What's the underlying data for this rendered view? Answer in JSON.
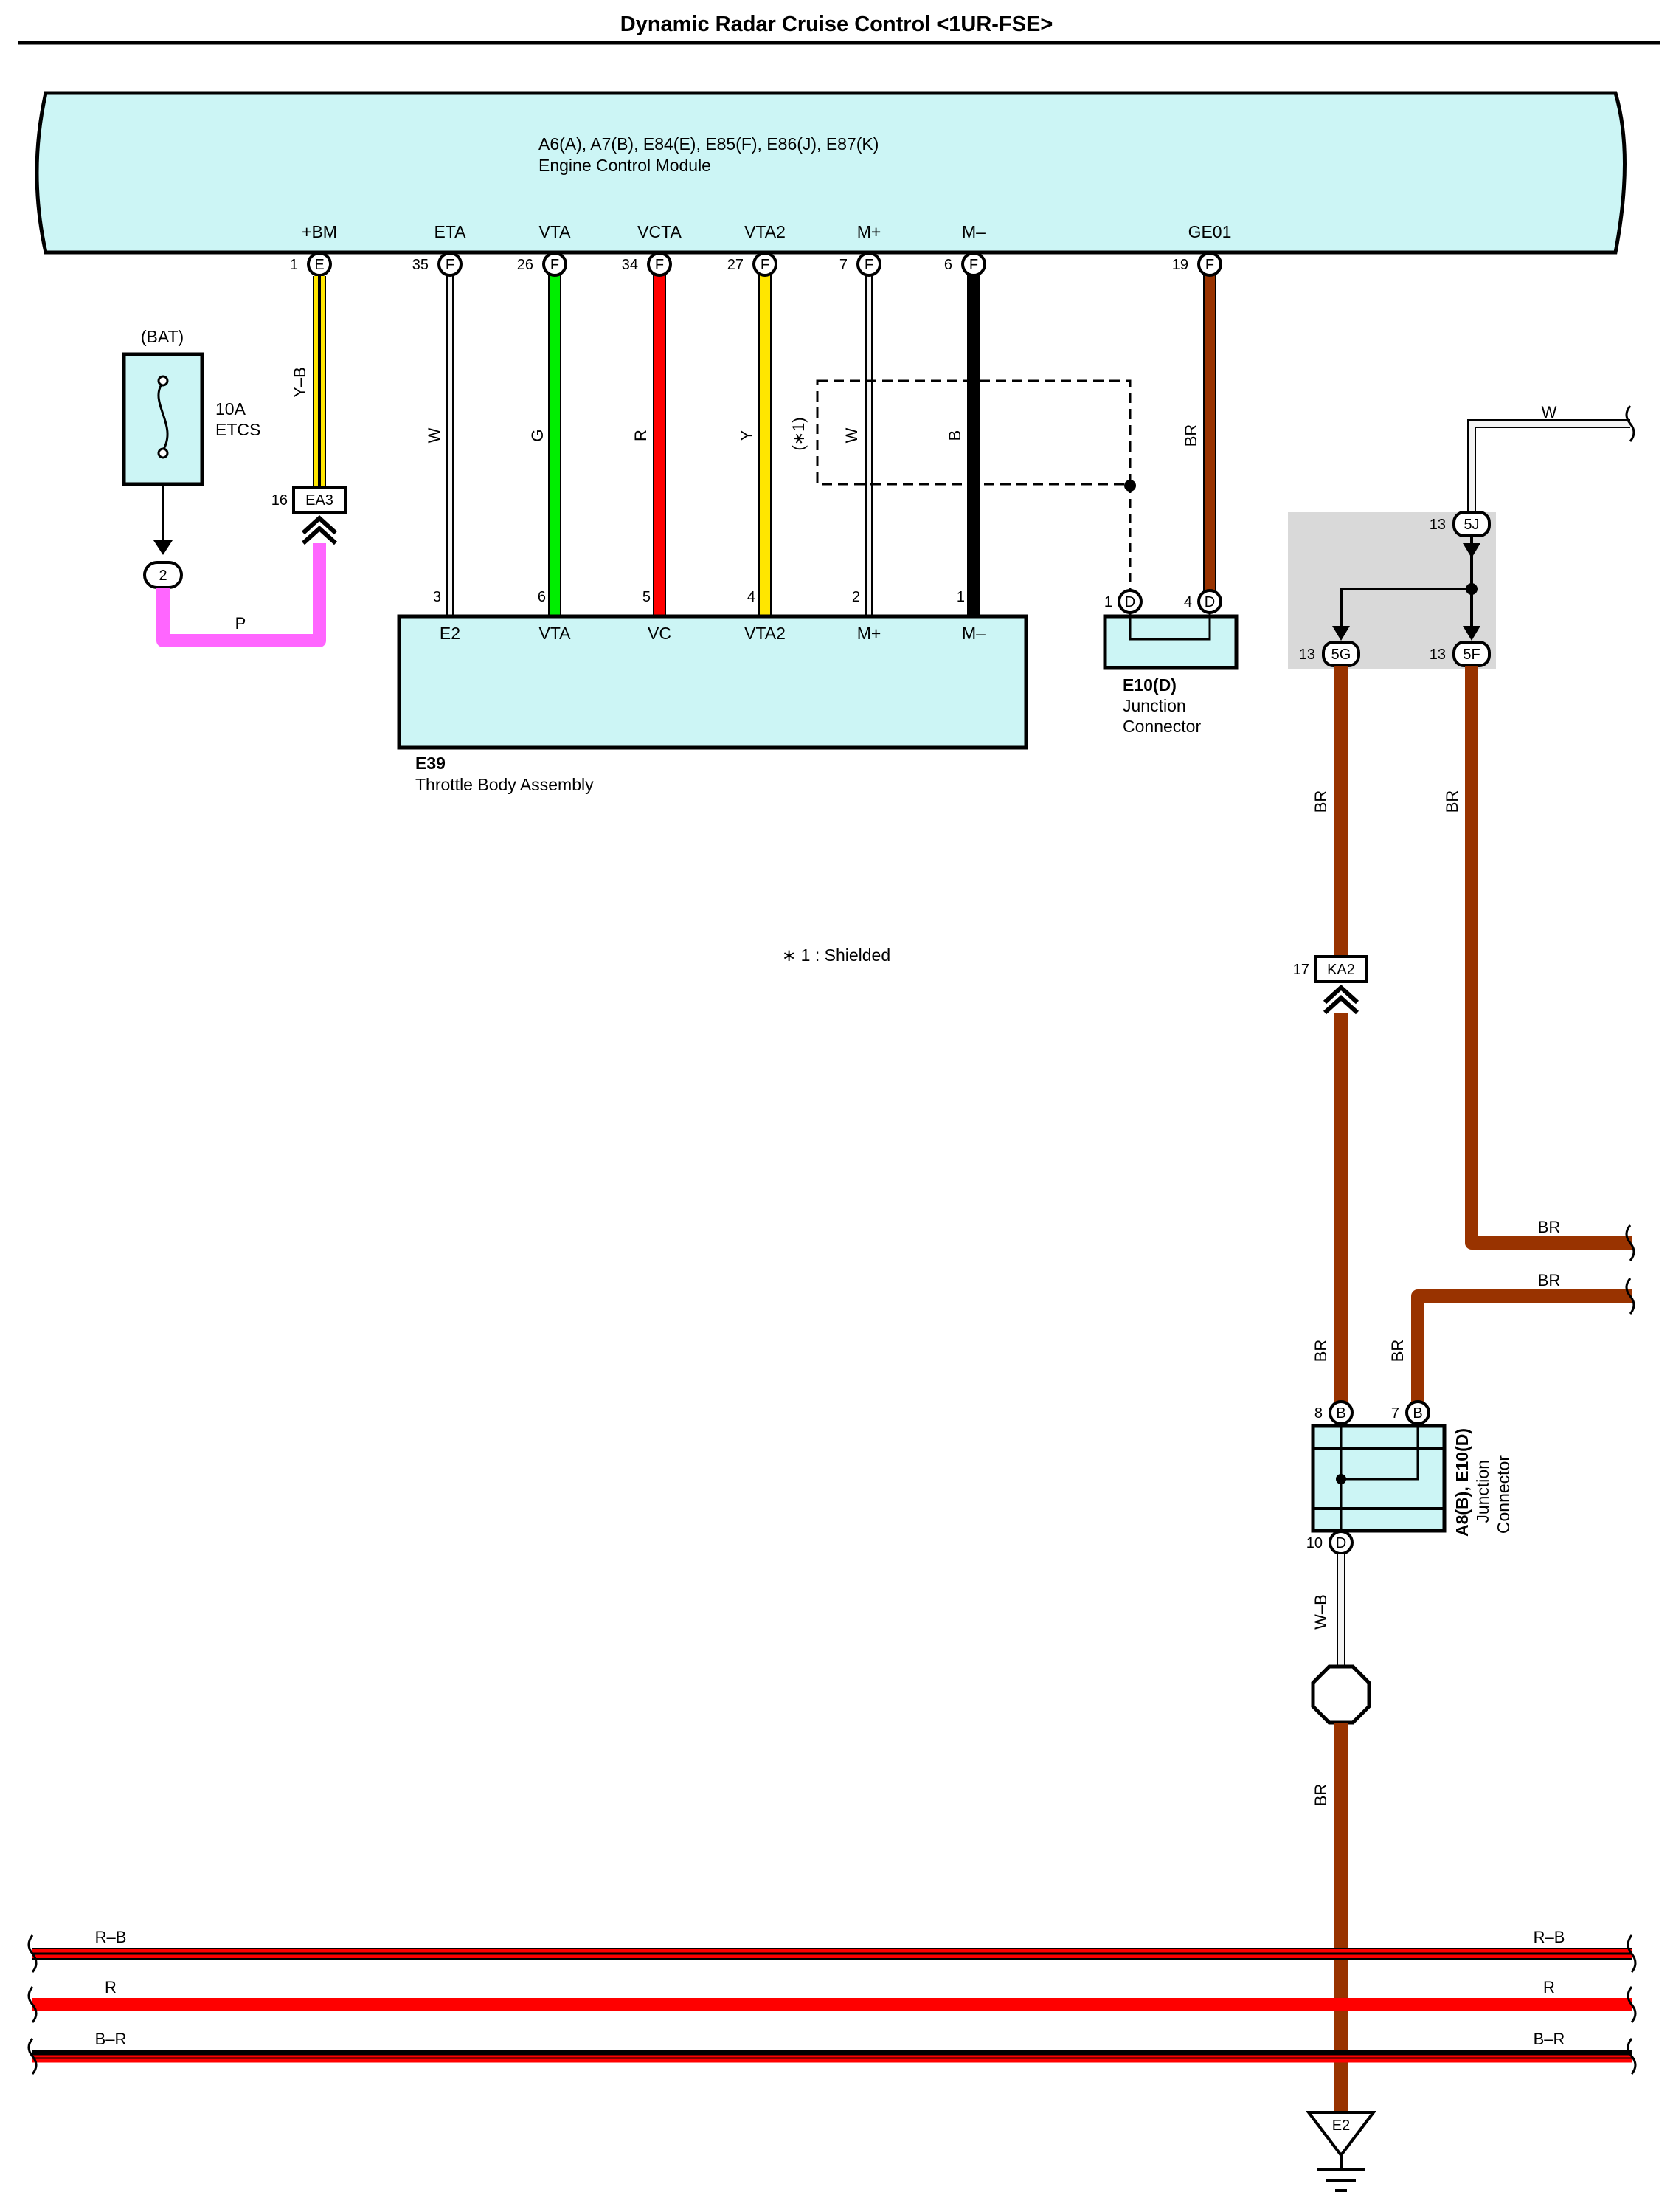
{
  "title": "Dynamic Radar Cruise Control <1UR-FSE>",
  "ecm": {
    "codes": "A6(A), A7(B), E84(E), E85(F), E86(J), E87(K)",
    "name": "Engine Control Module",
    "terminals": [
      {
        "name": "+BM",
        "pin": "1",
        "conn": "E"
      },
      {
        "name": "ETA",
        "pin": "35",
        "conn": "F"
      },
      {
        "name": "VTA",
        "pin": "26",
        "conn": "F"
      },
      {
        "name": "VCTA",
        "pin": "34",
        "conn": "F"
      },
      {
        "name": "VTA2",
        "pin": "27",
        "conn": "F"
      },
      {
        "name": "M+",
        "pin": "7",
        "conn": "F"
      },
      {
        "name": "M–",
        "pin": "6",
        "conn": "F"
      },
      {
        "name": "GE01",
        "pin": "19",
        "conn": "F"
      }
    ]
  },
  "fuse": {
    "source": "(BAT)",
    "rating": "10A",
    "name": "ETCS",
    "pin": "2"
  },
  "ea3": {
    "pin": "16",
    "label": "EA3"
  },
  "wires": {
    "ym": "Y–B",
    "p": "P",
    "w1": "W",
    "g": "G",
    "r": "R",
    "y": "Y",
    "shield": "(∗1)",
    "w2": "W",
    "b": "B",
    "br": "BR",
    "w_right": "W",
    "br_a": "BR",
    "br_b": "BR",
    "br_c": "BR",
    "br_d": "BR",
    "br_e": "BR",
    "br_f": "BR",
    "wb": "W–B",
    "br_g": "BR"
  },
  "throttle": {
    "code": "E39",
    "name": "Throttle Body Assembly",
    "terminals": [
      {
        "pin": "3",
        "name": "E2"
      },
      {
        "pin": "6",
        "name": "VTA"
      },
      {
        "pin": "5",
        "name": "VC"
      },
      {
        "pin": "4",
        "name": "VTA2"
      },
      {
        "pin": "2",
        "name": "M+"
      },
      {
        "pin": "1",
        "name": "M–"
      }
    ]
  },
  "jc_e10": {
    "code": "E10(D)",
    "line1": "Junction",
    "line2": "Connector",
    "pin_a": "1",
    "pin_b": "4",
    "conn": "D"
  },
  "note": "∗ 1 : Shielded",
  "joint": {
    "pin_top": "13",
    "top": "5J",
    "pin_left": "13",
    "left": "5G",
    "pin_right": "13",
    "right": "5F"
  },
  "ka2": {
    "pin": "17",
    "label": "KA2"
  },
  "jc_a8": {
    "code": "A8(B), E10(D)",
    "line1": "Junction",
    "line2": "Connector",
    "pin8": "8",
    "pin7": "7",
    "pin10": "10",
    "connB": "B",
    "connD": "D"
  },
  "bus": [
    {
      "left": "R–B",
      "right": "R–B"
    },
    {
      "left": "R",
      "right": "R"
    },
    {
      "left": "B–R",
      "right": "B–R"
    }
  ],
  "ground": "E2",
  "colors": {
    "box": "#ccf5f5",
    "shade": "#d9d9d9",
    "yellow": "#ffe600",
    "pink": "#ff66ff",
    "green": "#00ee00",
    "red": "#ff0000",
    "brown": "#993300",
    "black": "#000000"
  }
}
